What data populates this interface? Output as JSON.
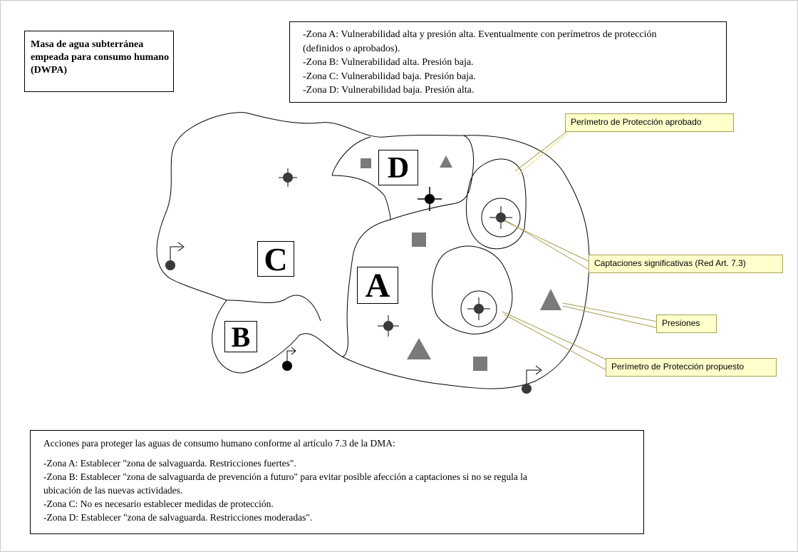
{
  "title": "Masa de agua subterránea empeada para consumo humano (DWPA)",
  "zones_legend": [
    "-Zona A: Vulnerabilidad alta y presión alta. Eventualmente con perímetros de protección",
    "(definidos o aprobados).",
    "-Zona B: Vulnerabilidad alta. Presión baja.",
    "-Zona C: Vulnerabilidad baja. Presión baja.",
    "-Zona D: Vulnerabilidad baja. Presión alta."
  ],
  "zone_labels": {
    "a": "A",
    "b": "B",
    "c": "C",
    "d": "D"
  },
  "callouts": {
    "aprobado": "Perímetro de Protección aprobado",
    "captaciones": "Captaciones significativas (Red Art. 7.3)",
    "presiones": "Presiones",
    "propuesto": "Perímetro de Protección propuesto"
  },
  "actions": {
    "heading": "Acciones para proteger las aguas de consumo humano conforme al artículo 7.3 de la DMA:",
    "lines": [
      "-Zona A: Establecer \"zona de salvaguarda. Restricciones fuertes\".",
      "-Zona B: Establecer \"zona de salvaguarda de prevención a futuro\" para evitar posible afección a captaciones si no se regula la",
      "ubicación de las nuevas actividades.",
      "-Zona C: No es necesario establecer medidas de protección.",
      "-Zona D: Establecer \"zona de salvaguarda. Restricciones moderadas\"."
    ]
  },
  "colors": {
    "symbol_gray": "#7a7a7a",
    "well_dark": "#3a3a3a",
    "callout_fill": "#ffffcc",
    "callout_border": "#a8a050"
  },
  "symbols": {
    "well": "crosshair-dot-icon",
    "pressure_square": "square-icon",
    "pressure_triangle": "triangle-icon",
    "spring": "arrow-dot-icon"
  }
}
